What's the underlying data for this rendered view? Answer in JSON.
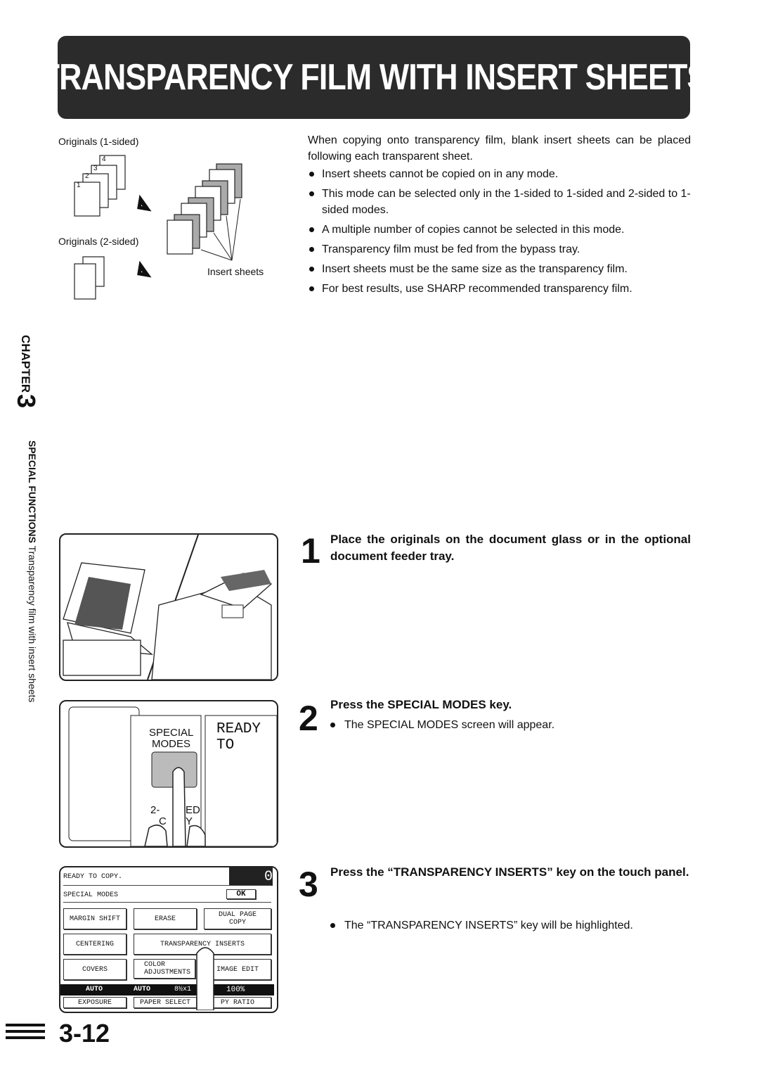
{
  "header": {
    "title": "TRANSPARENCY FILM WITH INSERT SHEETS"
  },
  "diagram": {
    "originals_1sided": "Originals (1-sided)",
    "originals_2sided": "Originals (2-sided)",
    "insert_sheets": "Insert sheets",
    "numbers": [
      "1",
      "2",
      "3",
      "4"
    ]
  },
  "intro": "When copying onto transparency film, blank insert sheets can be placed following each transparent sheet.",
  "bullets": [
    "Insert sheets cannot be copied on in any mode.",
    "This mode can be selected only in the 1-sided to 1-sided and 2-sided to 1-sided modes.",
    "A multiple number of copies cannot be selected in this mode.",
    "Transparency film must be fed from the bypass tray.",
    "Insert sheets must be the same size as the transparency film.",
    "For best results, use SHARP recommended transparency film."
  ],
  "sidebar": {
    "chapter_word": "CHAPTER",
    "chapter_num": "3",
    "section_bold": "SPECIAL FUNCTIONS",
    "section_rest": "Transparency film with insert sheets"
  },
  "steps": [
    {
      "num": "1",
      "title": "Place the originals on the document glass or in the optional document feeder tray."
    },
    {
      "num": "2",
      "title": "Press the SPECIAL MODES key.",
      "bullet": "The SPECIAL MODES screen will appear."
    },
    {
      "num": "3",
      "title": "Press the “TRANSPARENCY INSERTS” key on the touch panel.",
      "bullet": "The “TRANSPARENCY INSERTS” key will be highlighted."
    }
  ],
  "control_panel": {
    "special": "SPECIAL",
    "modes": "MODES",
    "display": "READY TO",
    "two_sided": "2-",
    "two_sided_end": "ED",
    "copy": "C",
    "copy_end": "Y"
  },
  "touch_panel": {
    "status": "READY TO COPY.",
    "count": "0",
    "special_modes": "SPECIAL MODES",
    "ok": "OK",
    "margin_shift": "MARGIN SHIFT",
    "erase": "ERASE",
    "dual_page_copy_1": "DUAL PAGE",
    "dual_page_copy_2": "COPY",
    "centering": "CENTERING",
    "transparency_inserts": "TRANSPARENCY INSERTS",
    "covers": "COVERS",
    "color_adj_1": "COLOR",
    "color_adj_2": "ADJUSTMENTS",
    "image_edit": "IMAGE EDIT",
    "auto1": "AUTO",
    "auto2": "AUTO",
    "paper_size": "8½x1",
    "ratio": "100%",
    "exposure": "EXPOSURE",
    "paper_select": "PAPER SELECT",
    "copy_ratio": "PY RATIO"
  },
  "page_number": "3-12"
}
